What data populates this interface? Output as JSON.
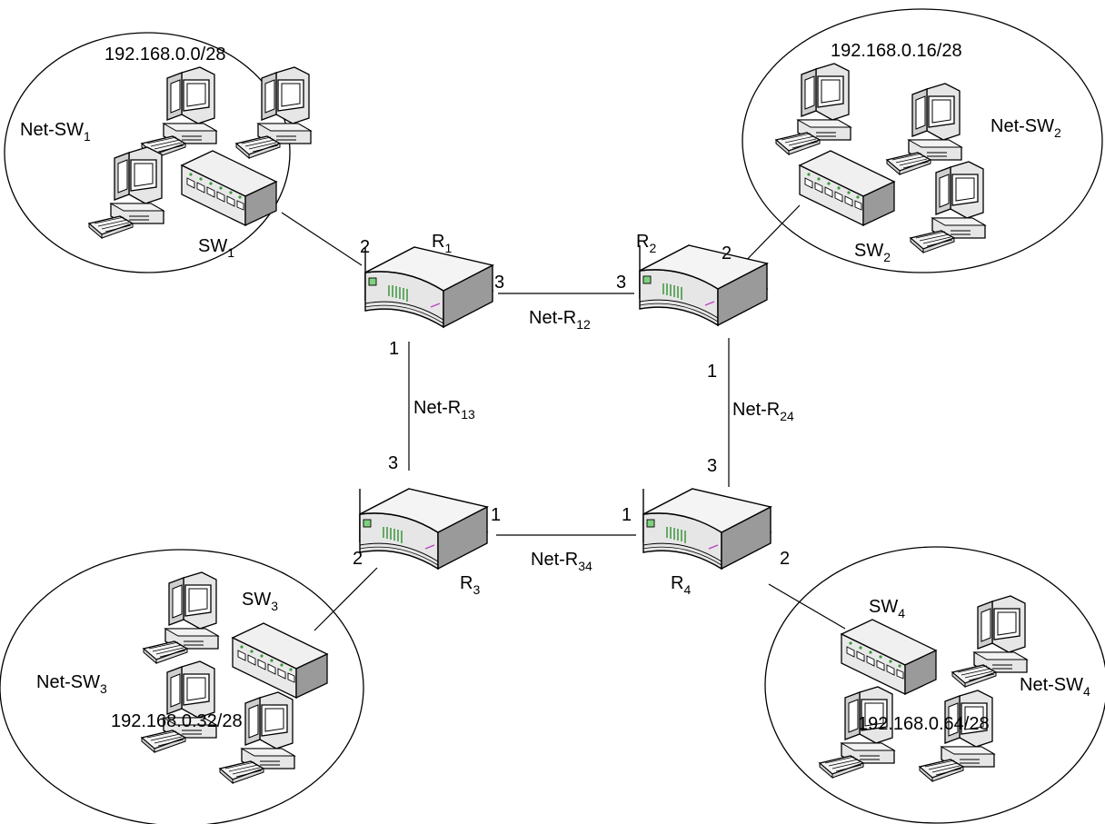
{
  "networks": [
    {
      "id": "sw1",
      "subnet": "192.168.0.0/28",
      "name_main": "Net-SW",
      "name_sub": "1",
      "switch_main": "SW",
      "switch_sub": "1"
    },
    {
      "id": "sw2",
      "subnet": "192.168.0.16/28",
      "name_main": "Net-SW",
      "name_sub": "2",
      "switch_main": "SW",
      "switch_sub": "2"
    },
    {
      "id": "sw3",
      "subnet": "192.168.0.32/28",
      "name_main": "Net-SW",
      "name_sub": "3",
      "switch_main": "SW",
      "switch_sub": "3"
    },
    {
      "id": "sw4",
      "subnet": "192.168.0.64/28",
      "name_main": "Net-SW",
      "name_sub": "4",
      "switch_main": "SW",
      "switch_sub": "4"
    }
  ],
  "routers": [
    {
      "id": "r1",
      "main": "R",
      "sub": "1"
    },
    {
      "id": "r2",
      "main": "R",
      "sub": "2"
    },
    {
      "id": "r3",
      "main": "R",
      "sub": "3"
    },
    {
      "id": "r4",
      "main": "R",
      "sub": "4"
    }
  ],
  "links": [
    {
      "id": "r12",
      "main": "Net-R",
      "sub": "12"
    },
    {
      "id": "r13",
      "main": "Net-R",
      "sub": "13"
    },
    {
      "id": "r24",
      "main": "Net-R",
      "sub": "24"
    },
    {
      "id": "r34",
      "main": "Net-R",
      "sub": "34"
    }
  ],
  "ports": {
    "r1_sw": "2",
    "r1_r2": "3",
    "r1_r3": "1",
    "r2_r1": "3",
    "r2_sw": "2",
    "r2_r4": "1",
    "r3_r1": "3",
    "r3_r4": "1",
    "r3_sw": "2",
    "r4_r2": "3",
    "r4_r3": "1",
    "r4_sw": "2"
  }
}
